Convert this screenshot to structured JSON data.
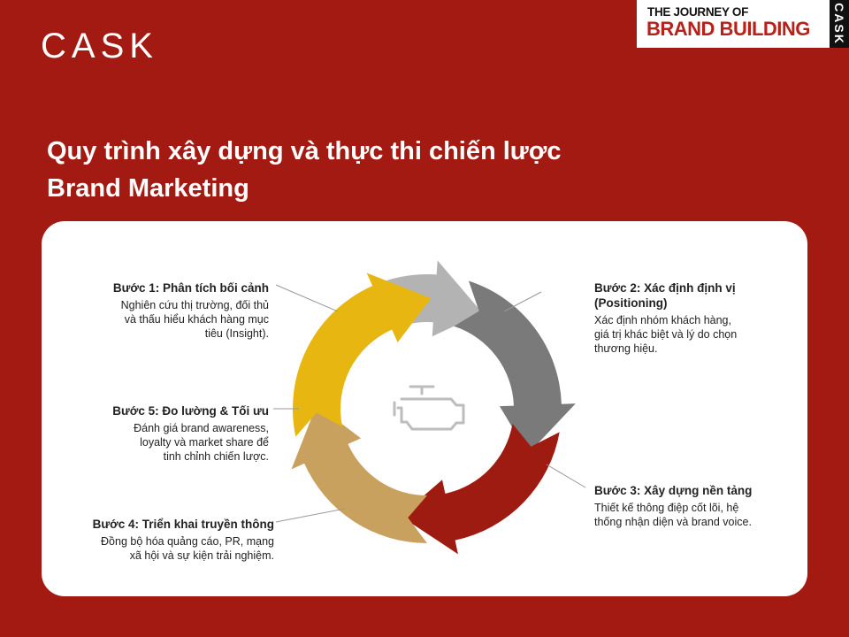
{
  "brand": {
    "logo": "CASK"
  },
  "badge": {
    "line1": "THE JOURNEY OF",
    "line2": "BRAND BUILDING",
    "side": "CASK"
  },
  "title": {
    "line1": "Quy trình xây dựng và thực thi chiến lược",
    "line2": "Brand Marketing"
  },
  "steps": [
    {
      "heading": "Bước 1: Phân tích bối cảnh",
      "lines": [
        "Nghiên cứu thị trường, đối thủ",
        "và thấu hiểu khách hàng mục",
        "tiêu (Insight)."
      ],
      "color": "#b3b3b3"
    },
    {
      "heading_lines": [
        "Bước 2: Xác định định vị",
        "(Positioning)"
      ],
      "lines": [
        "Xác định nhóm khách hàng,",
        "giá trị khác biệt và lý do chọn",
        "thương hiệu."
      ],
      "color": "#7a7a7a"
    },
    {
      "heading": "Bước 3: Xây dựng nền tảng",
      "lines": [
        "Thiết kế thông điệp cốt lõi, hệ",
        "thống nhận diện và brand voice."
      ],
      "color": "#9e1b12"
    },
    {
      "heading": "Bước 4: Triển khai truyền thông",
      "lines": [
        "Đồng bộ hóa quảng cáo, PR, mạng",
        "xã hội và sự kiện trải nghiệm."
      ],
      "color": "#c8a15f"
    },
    {
      "heading": "Bước 5: Đo lường & Tối ưu",
      "lines": [
        "Đánh giá brand awareness,",
        "loyalty và market share để",
        "tinh chỉnh chiến lược."
      ],
      "color": "#e7b611"
    }
  ],
  "center_icon": "engine-icon"
}
